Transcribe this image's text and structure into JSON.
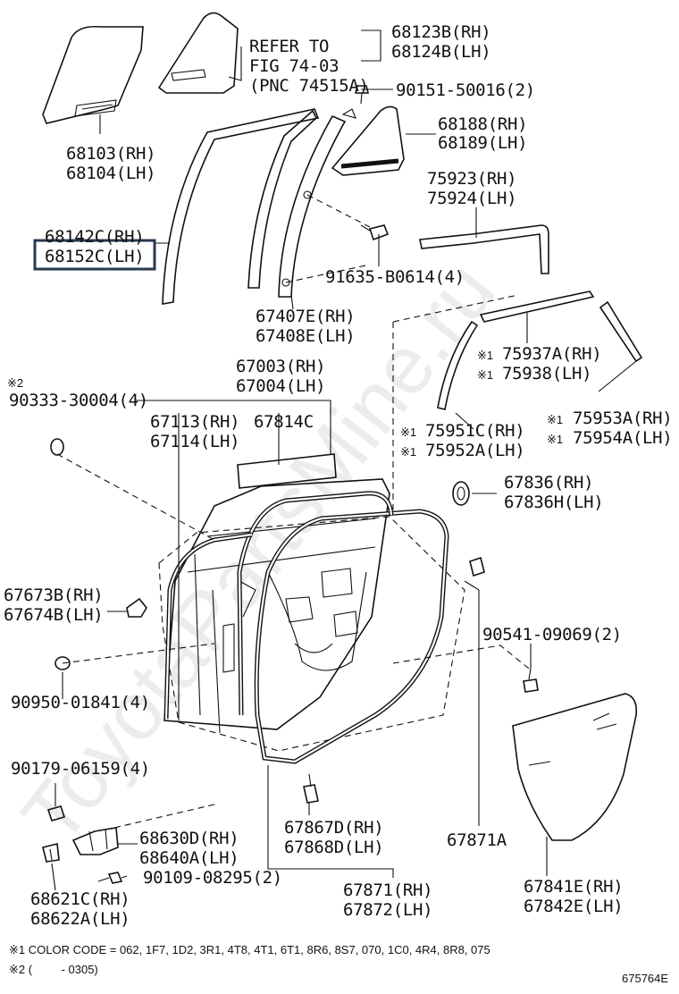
{
  "watermark": "ToyotaPartsMine.ru",
  "parts": {
    "p_68123B": {
      "rh": "68123B(RH)",
      "lh": "68124B(LH)"
    },
    "refer": {
      "line1": "REFER TO",
      "line2": "FIG 74-03",
      "line3": "(PNC 74515A)"
    },
    "p_90151": "90151-50016(2)",
    "p_68103": {
      "rh": "68103(RH)",
      "lh": "68104(LH)"
    },
    "p_68188": {
      "rh": "68188(RH)",
      "lh": "68189(LH)"
    },
    "p_75923": {
      "rh": "75923(RH)",
      "lh": "75924(LH)"
    },
    "p_68142": {
      "rh": "68142C(RH)",
      "lh": "68152C(LH)"
    },
    "p_91635": "91635-B0614(4)",
    "p_67407": {
      "rh": "67407E(RH)",
      "lh": "67408E(LH)"
    },
    "p_75937": {
      "mark": "※1",
      "rh": "75937A(RH)",
      "lh": "75938(LH)"
    },
    "p_90333": {
      "mark": "※2",
      "code": "90333-30004(4)"
    },
    "p_67003": {
      "rh": "67003(RH)",
      "lh": "67004(LH)"
    },
    "p_67113": {
      "rh": "67113(RH)",
      "lh": "67114(LH)"
    },
    "p_67814": "67814C",
    "p_75951": {
      "mark": "※1",
      "rh": "75951C(RH)",
      "lh": "75952A(LH)"
    },
    "p_75953": {
      "mark": "※1",
      "rh": "75953A(RH)",
      "lh": "75954A(LH)"
    },
    "p_67836": {
      "rh": "67836(RH)",
      "lh": "67836H(LH)"
    },
    "p_67673": {
      "rh": "67673B(RH)",
      "lh": "67674B(LH)"
    },
    "p_90541": "90541-09069(2)",
    "p_90950": "90950-01841(4)",
    "p_90179": "90179-06159(4)",
    "p_67867": {
      "rh": "67867D(RH)",
      "lh": "67868D(LH)"
    },
    "p_67871A": "67871A",
    "p_68630": {
      "rh": "68630D(RH)",
      "lh": "68640A(LH)"
    },
    "p_90109": "90109-08295(2)",
    "p_68621": {
      "rh": "68621C(RH)",
      "lh": "68622A(LH)"
    },
    "p_67871": {
      "rh": "67871(RH)",
      "lh": "67872(LH)"
    },
    "p_67841": {
      "rh": "67841E(RH)",
      "lh": "67842E(LH)"
    }
  },
  "footnotes": {
    "note1": "※1 COLOR CODE = 062, 1F7, 1D2, 3R1, 4T8, 4T1, 6T1, 8R6, 8S7, 070, 1C0, 4R4, 8R8, 075",
    "note2": "※2 (         - 0305)"
  },
  "figure_code": "675764E",
  "highlight": {
    "target": "68152C(LH)",
    "color": "#26394d"
  }
}
